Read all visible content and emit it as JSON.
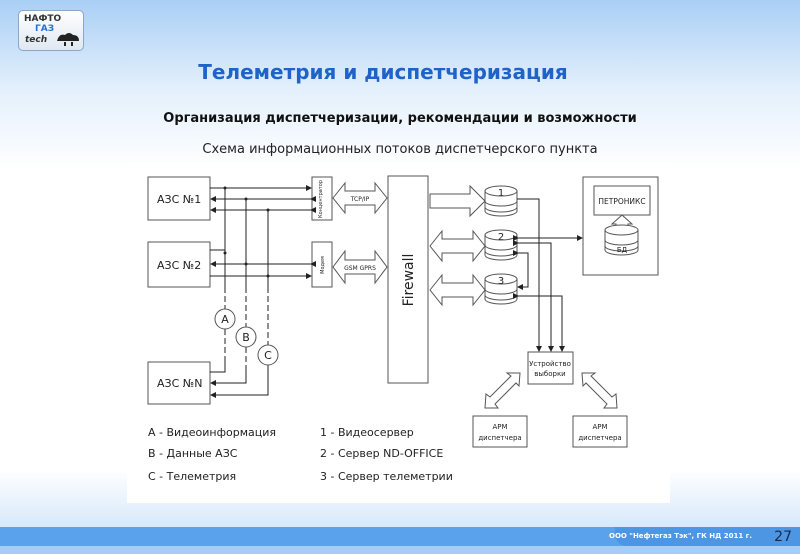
{
  "logo": {
    "line1": "НАФТО",
    "line2": "ГАЗ",
    "line3": "tech"
  },
  "title": "Телеметрия и диспетчеризация",
  "subtitle": "Организация диспетчеризации, рекомендации и возможности",
  "diagram_title": "Схема информационных потоков диспетчерского пункта",
  "diagram": {
    "azs1": "АЗС №1",
    "azs2": "АЗС №2",
    "azsN": "АЗС №N",
    "concentrator": "Концентратор",
    "modem": "Модем",
    "tcp": "TCP/IP",
    "gsm": "GSM GPRS",
    "firewall": "Firewall",
    "db1": "1",
    "db2": "2",
    "db3": "3",
    "petronics": "ПЕТРОНИКС",
    "bd": "БД",
    "device1": "Устройство",
    "device2": "выборки",
    "arm1a": "АРМ",
    "arm1b": "диспетчера",
    "arm2a": "АРМ",
    "arm2b": "диспетчера",
    "a": "A",
    "b": "B",
    "c": "C"
  },
  "legend": {
    "left": [
      "A - Видеоинформация",
      "B - Данные АЗС",
      "C - Телеметрия"
    ],
    "right": [
      "1 - Видеосервер",
      "2 - Сервер ND-OFFICE",
      "3 - Сервер телеметрии"
    ]
  },
  "footer": {
    "company": "ООО \"Нефтегаз Тэк\", ГК НД 2011 г.",
    "page": "27"
  },
  "colors": {
    "title": "#1f63c9",
    "footer": "#5aa3ec"
  }
}
